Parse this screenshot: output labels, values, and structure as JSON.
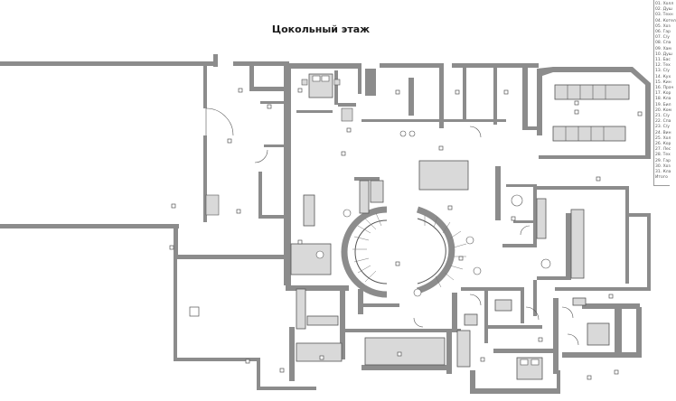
{
  "title": "Цокольный этаж",
  "colors": {
    "wall": "#8c8c8c",
    "wall_dark": "#6f6f6f",
    "fixture": "#d9d9d9",
    "line": "#555555",
    "background": "#ffffff"
  },
  "legend": {
    "items": [
      "01. Холл",
      "02. Душ",
      "03. Техн",
      "04. Котел",
      "05. Хоз",
      "06. Гар",
      "07. С/у",
      "08. Спа",
      "09. Хам",
      "10. Душ",
      "11. Бас",
      "12. Тех",
      "13. С/у",
      "14. Кух",
      "15. Кин",
      "16. Прач",
      "17. Кор",
      "18. Кла",
      "19. Бил",
      "20. Ком",
      "21. С/у",
      "22. Спа",
      "23. С/у",
      "24. Вин",
      "25. Хол",
      "26. Кор",
      "27. Лес",
      "28. Тех",
      "29. Гар",
      "30. Хоз",
      "31. Кла",
      "Итого"
    ]
  }
}
